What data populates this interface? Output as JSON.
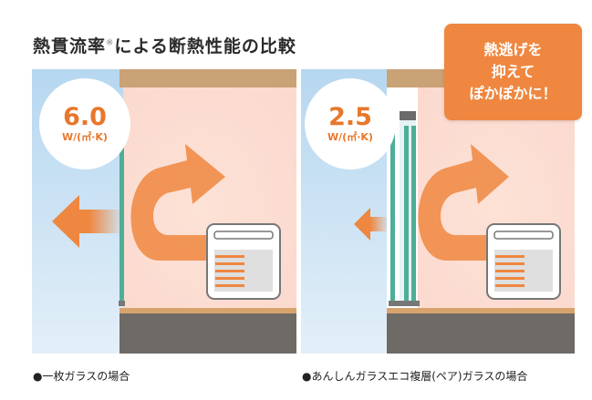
{
  "title": {
    "text": "熱貫流率",
    "mark": "※",
    "rest": "による断熱性能の比較"
  },
  "badge": {
    "lines": [
      "熱逃げを",
      "抑えて",
      "ぽかぽかに！"
    ]
  },
  "left_panel": {
    "value": "6.0",
    "unit": "W/(㎡·K)",
    "caption": "●一枚ガラスの場合"
  },
  "right_panel": {
    "value": "2.5",
    "unit": "W/(㎡·K)",
    "caption": "●あんしんガラスエコ複層(ペア)ガラスの場合"
  },
  "colors": {
    "accent": "#ef8740",
    "sky": "#bcdaf1",
    "room": "#fbe5df",
    "ceiling": "#c9a276",
    "floor": "#6e6a66",
    "glass": "#4fae98"
  }
}
